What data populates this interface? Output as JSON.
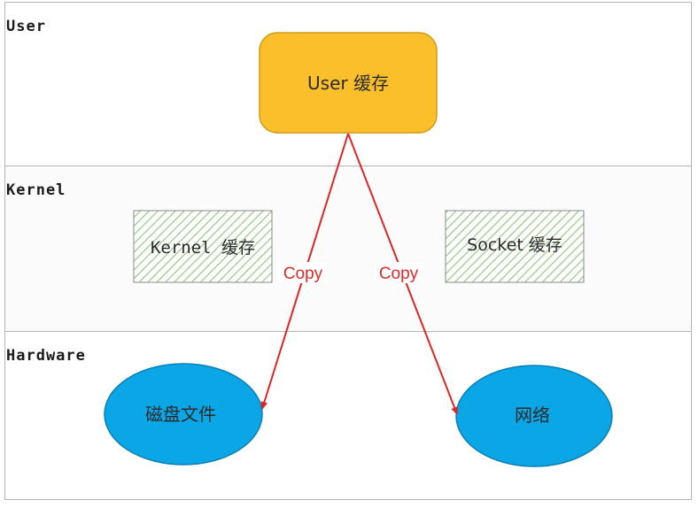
{
  "layers": {
    "user": "User",
    "kernel": "Kernel",
    "hardware": "Hardware"
  },
  "nodes": {
    "user_cache": "User 缓存",
    "kernel_cache": "Kernel 缓存",
    "socket_cache": "Socket 缓存",
    "disk_file": "磁盘文件",
    "network": "网络"
  },
  "arrows": {
    "left_label": "Copy",
    "right_label": "Copy"
  },
  "colors": {
    "user_cache_fill": "#fbbf2c",
    "user_cache_border": "#d49a12",
    "hardware_fill": "#0aa6e6",
    "hardware_border": "#0a7fb8",
    "hatch_color": "#7bbf6a",
    "arrow_color": "#dc2626"
  }
}
